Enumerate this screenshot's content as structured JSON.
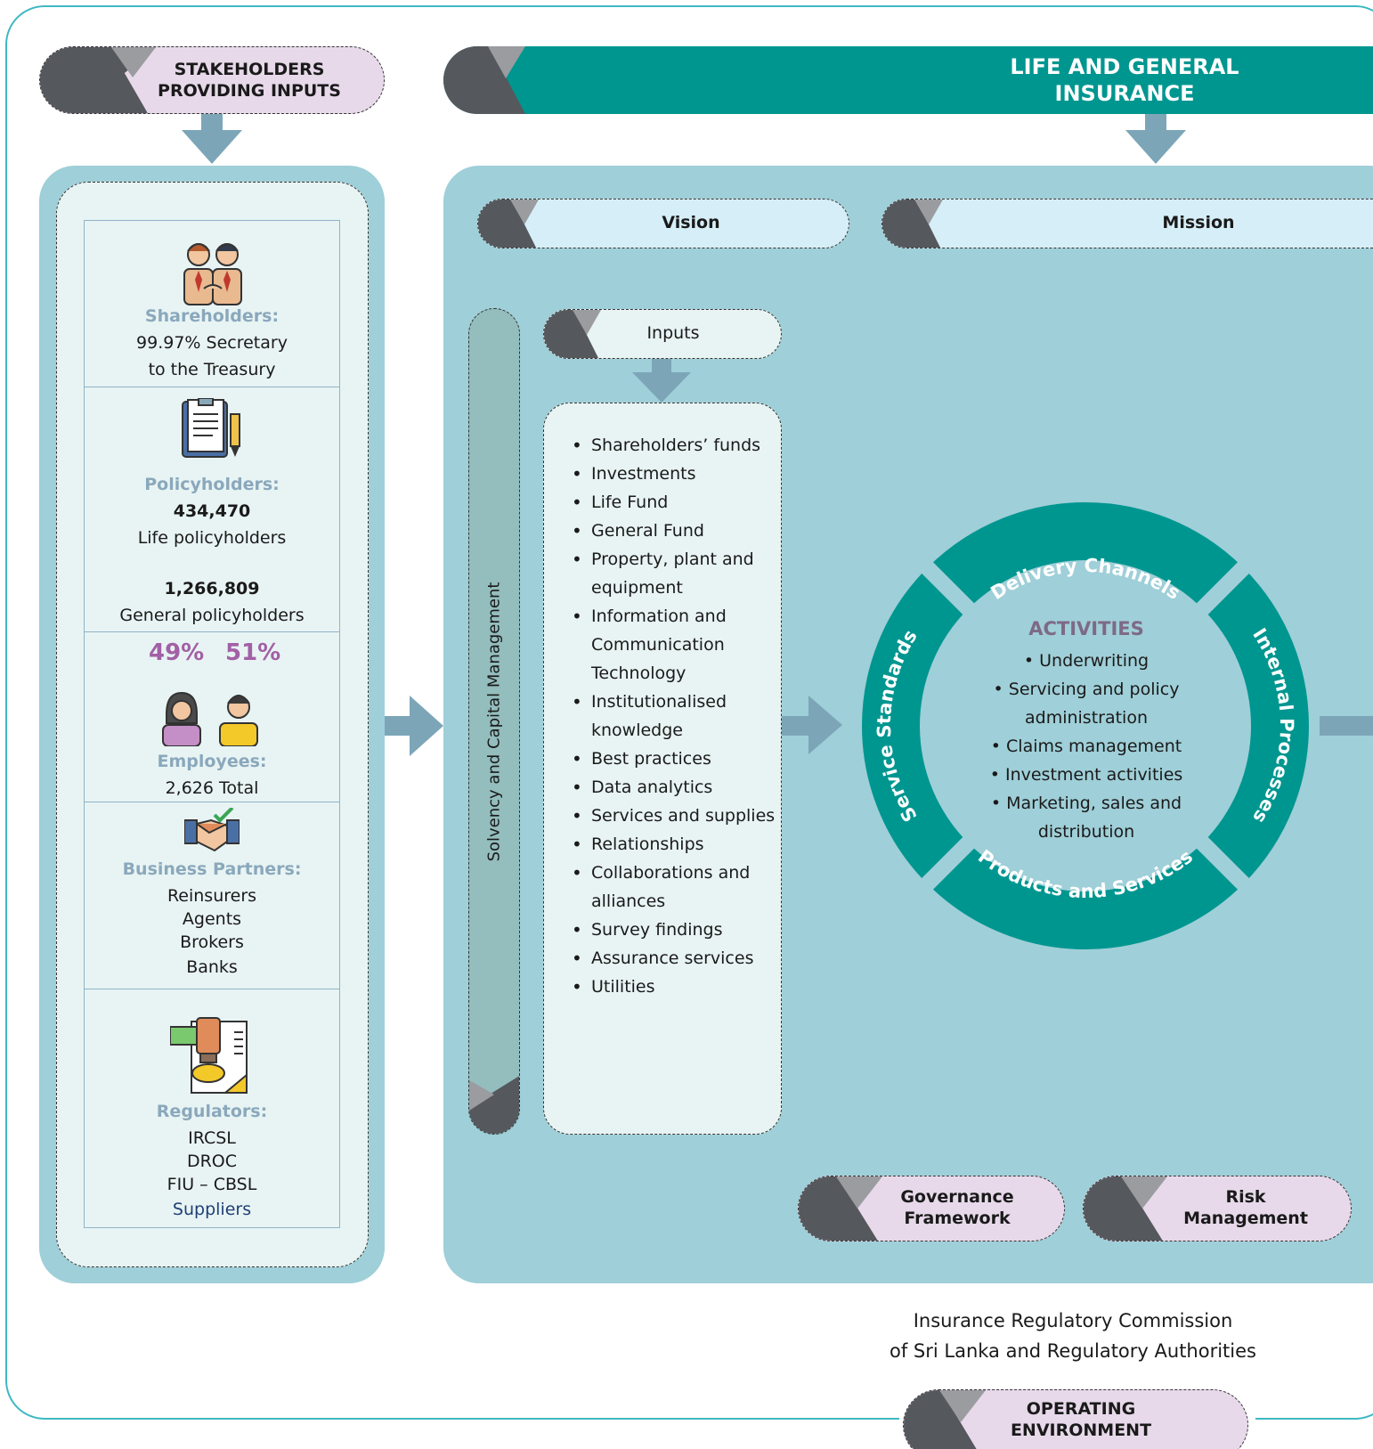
{
  "stakeholders_header": {
    "line1": "STAKEHOLDERS",
    "line2": "PROVIDING INPUTS"
  },
  "business_header": "LIFE AND GENERAL INSURANCE",
  "stakeholders": {
    "shareholders": {
      "title": "Shareholders:",
      "line1": "99.97% Secretary",
      "line2": "to the Treasury"
    },
    "policyholders": {
      "title": "Policyholders:",
      "life_count": "434,470",
      "life_label": "Life policyholders",
      "general_count": "1,266,809",
      "general_label": "General policyholders"
    },
    "employees": {
      "female_pct": "49%",
      "male_pct": "51%",
      "title": "Employees:",
      "total": "2,626 Total"
    },
    "business_partners": {
      "title": "Business Partners:",
      "items": [
        "Reinsurers",
        "Agents",
        "Brokers",
        "Banks"
      ]
    },
    "regulators": {
      "title": "Regulators:",
      "items": [
        "IRCSL",
        "DROC",
        "FIU – CBSL"
      ],
      "extra": "Suppliers"
    }
  },
  "vision_label": "Vision",
  "mission_label": "Mission",
  "solvency_label": "Solvency and Capital Management",
  "inputs": {
    "label": "Inputs",
    "items": [
      "Shareholders’ funds",
      "Investments",
      "Life Fund",
      "General Fund",
      "Property, plant and equipment",
      "Information and Communication Technology",
      "Institutionalised knowledge",
      "Best practices",
      "Data analytics",
      "Services and supplies",
      "Relationships",
      "Collaborations and alliances",
      "Survey findings",
      "Assurance services",
      "Utilities"
    ]
  },
  "ring": {
    "top": "Delivery Channels",
    "right": "Internal Processes",
    "bottom": "Products and Services",
    "left": "Service Standards"
  },
  "activities": {
    "title": "ACTIVITIES",
    "items": [
      "• Underwriting",
      "• Servicing and policy",
      "administration",
      "• Claims management",
      "• Investment activities",
      "• Marketing, sales and",
      "distribution"
    ]
  },
  "governance": {
    "line1": "Governance",
    "line2": "Framework"
  },
  "risk": {
    "line1": "Risk",
    "line2": "Management"
  },
  "regulator_text": {
    "line1": "Insurance Regulatory Commission",
    "line2": "of Sri Lanka and Regulatory Authorities"
  },
  "operating_environment": "OPERATING ENVIRONMENT",
  "colors": {
    "teal": "#009690",
    "panel": "#9fcfd8",
    "lavender": "#e7d9ea",
    "light_blue": "#d6eef7",
    "arrow": "#7ca6b8",
    "dark_tab": "#55585d",
    "grey_tab": "#9a9ca0",
    "title_blue": "#8aa8bc",
    "percent_purple": "#a260a6",
    "activities_purple": "#7d6a86"
  }
}
